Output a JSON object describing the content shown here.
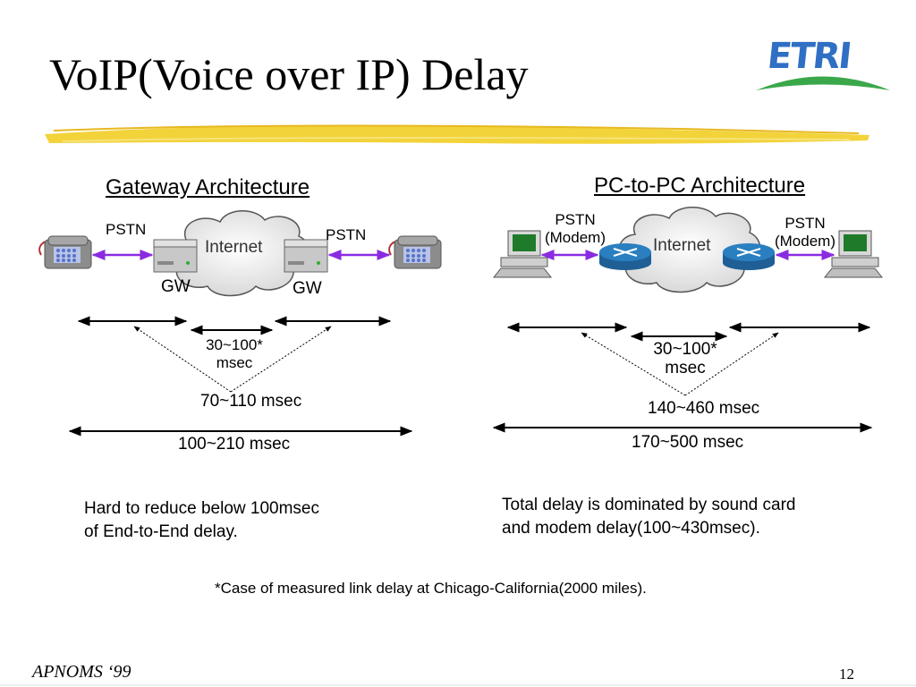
{
  "slide": {
    "title": "VoIP(Voice over IP) Delay",
    "logo_text": "ETRI",
    "footer": "APNOMS ‘99",
    "page_number": "12",
    "footnote": "*Case of measured link delay at Chicago-California(2000 miles)."
  },
  "gateway": {
    "heading": "Gateway Architecture",
    "pstn_left": "PSTN",
    "pstn_right": "PSTN",
    "cloud": "Internet",
    "gw_left": "GW",
    "gw_right": "GW",
    "link_delay_line1": "30~100*",
    "link_delay_line2": "msec",
    "mid_delay": "70~110 msec",
    "total_delay": "100~210 msec",
    "note_line1": "Hard to reduce below 100msec",
    "note_line2": "of End-to-End delay."
  },
  "pc2pc": {
    "heading": "PC-to-PC Architecture",
    "pstn_left_line1": "PSTN",
    "pstn_left_line2": "(Modem)",
    "pstn_right_line1": "PSTN",
    "pstn_right_line2": "(Modem)",
    "cloud": "Internet",
    "link_delay_line1": "30~100*",
    "link_delay_line2": "msec",
    "mid_delay": "140~460 msec",
    "total_delay": "170~500 msec",
    "note_line1": "Total delay is dominated by sound card",
    "note_line2": "and modem delay(100~430msec)."
  },
  "colors": {
    "title_underline": "#f2d33a",
    "logo_blue": "#2f6fc4",
    "logo_green": "#3aa84a",
    "link_purple": "#8a2be2",
    "router_blue": "#2a7fc0",
    "screen_green": "#1f7a2a"
  }
}
